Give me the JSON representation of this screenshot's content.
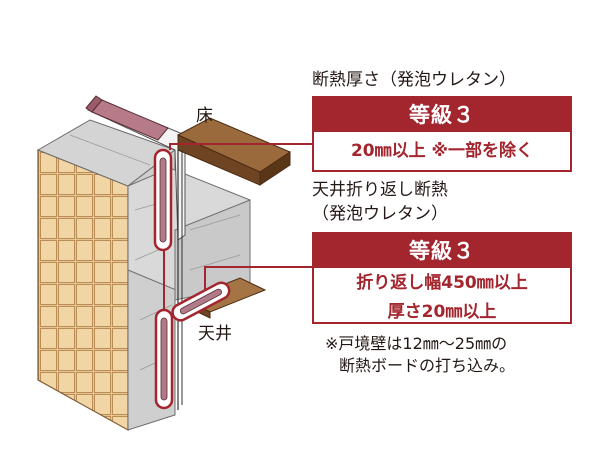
{
  "labels": {
    "floor": "床",
    "ceiling": "天井"
  },
  "insulation_wall": {
    "title": "断熱厚さ（発泡ウレタン）",
    "grade": "等級３",
    "spec": "20㎜以上 ※一部を除く"
  },
  "insulation_ceiling": {
    "title_line1": "天井折り返し断熱",
    "title_line2": "（発泡ウレタン）",
    "grade": "等級３",
    "spec_line1": "折り返し幅450㎜以上",
    "spec_line2": "厚さ20㎜以上"
  },
  "note": {
    "line1": "※戸境壁は12㎜〜25㎜の",
    "line2": "断熱ボードの打ち込み。"
  },
  "colors": {
    "accent": "#a3252e",
    "brick": "#e8c48c",
    "concrete": "#dcdcdc",
    "wood": "#7a4a22"
  }
}
